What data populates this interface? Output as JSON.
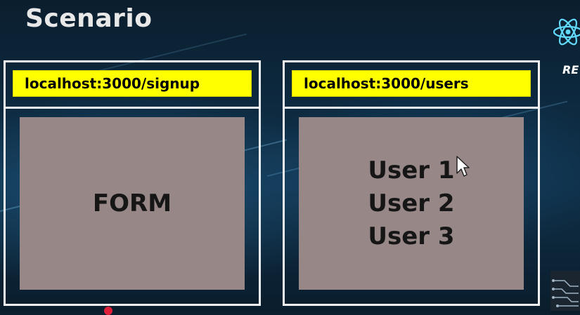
{
  "slide": {
    "title": "Scenario"
  },
  "panels": [
    {
      "url": "localhost:3000/signup",
      "content_label": "FORM"
    },
    {
      "url": "localhost:3000/users",
      "users": [
        "User 1",
        "User 2",
        "User 3"
      ]
    }
  ],
  "brand": {
    "text": "RE"
  },
  "icons": {
    "logo": "react-logo-icon",
    "pointer": "mouse-cursor-icon",
    "corner": "circuit-icon"
  },
  "colors": {
    "url_bar": "#ffff00",
    "content_box": "#978887",
    "frame": "#f2f2f2",
    "react_cyan": "#61dafb"
  }
}
